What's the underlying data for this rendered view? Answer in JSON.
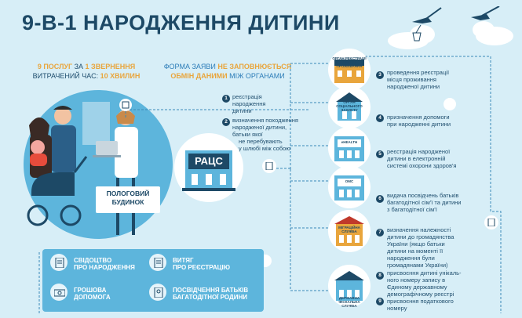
{
  "title": "9-В-1 НАРОДЖЕННЯ ДИТИНИ",
  "summary": {
    "line1_a": "9 ПОСЛУГ",
    "line1_b": " ЗА ",
    "line1_c": "1 ЗВЕРНЕННЯ",
    "line2_a": "ВИТРАЧЕНИЙ ЧАС: ",
    "line2_b": "10 ХВИЛИН",
    "form_a": "ФОРМА ЗАЯВИ ",
    "form_b": "НЕ ЗАПОВНЮЄТЬСЯ",
    "exch_a": "ОБМІН ДАНИМИ",
    "exch_b": " МІЖ ОРГАНАМИ"
  },
  "hospital": {
    "label_line1": "ПОЛОГОВИЙ",
    "label_line2": "БУДИНОК"
  },
  "racs": {
    "label": "РАЦС"
  },
  "steps_left": [
    {
      "num": "1",
      "text1": "реєстрація",
      "text2": "народження",
      "text3": "дитини"
    },
    {
      "num": "2",
      "text1": "визначення походження",
      "text2": "народженої дитини,",
      "text3": "батьки якої",
      "text4": "не перебувають",
      "text5": "у шлюбі між собою"
    }
  ],
  "buildings": [
    {
      "caption1": "ОРГАН РЕЄСТРАЦІЇ",
      "caption2": "МІСЦЯ ПРОЖИВАННЯ"
    },
    {
      "caption1": "ОРГАН",
      "caption2": "СОЦІАЛЬНОГО",
      "caption3": "ЗАХИСТУ"
    },
    {
      "caption1": "eHEALTH"
    },
    {
      "caption1": "ОМС"
    },
    {
      "caption1": "МІГРАЦІЙНА",
      "caption2": "СЛУЖБА"
    },
    {
      "caption1": "ДЕРЖАВНА",
      "caption2": "ФІСКАЛЬНА СЛУЖБА"
    }
  ],
  "steps_right": [
    {
      "num": "3",
      "lines": [
        "проведення реєстрації",
        "місця проживання",
        "народженої дитини"
      ]
    },
    {
      "num": "4",
      "lines": [
        "призначення допомоги",
        "при народженні дитини"
      ]
    },
    {
      "num": "5",
      "lines": [
        "реєстрація народженої",
        "дитини в електронній",
        "системі охорони здоров'я"
      ]
    },
    {
      "num": "6",
      "lines": [
        "видача посвідчень батьків",
        "багатодітної сім'ї та дитини",
        "з багатодітної сім'ї"
      ]
    },
    {
      "num": "7",
      "lines": [
        "визначення належності",
        "дитини до громадянства",
        "України (якщо батьки",
        "дитини на моменті її",
        "народження були",
        "громадянами України)"
      ]
    },
    {
      "num": "8",
      "lines": [
        "присвоєння дитині унікаль-",
        "ного номеру запису в",
        "Єдиному державному",
        "демографічному реєстрі"
      ]
    },
    {
      "num": "9",
      "lines": [
        "присвоєння податкового",
        "номеру"
      ]
    }
  ],
  "documents": [
    {
      "line1": "СВІДОЦТВО",
      "line2": "ПРО НАРОДЖЕННЯ"
    },
    {
      "line1": "ВИТЯГ",
      "line2": "ПРО РЕЄСТРАЦІЮ"
    },
    {
      "line1": "ГРОШОВА",
      "line2": "ДОПОМОГА"
    },
    {
      "line1": "ПОСВІДЧЕННЯ БАТЬКІВ",
      "line2": "БАГАТОДІТНОЇ РОДИНИ"
    }
  ],
  "colors": {
    "background": "#d7eef7",
    "navy": "#1d4966",
    "accent": "#e9a53c",
    "blue": "#3b89b8"
  }
}
